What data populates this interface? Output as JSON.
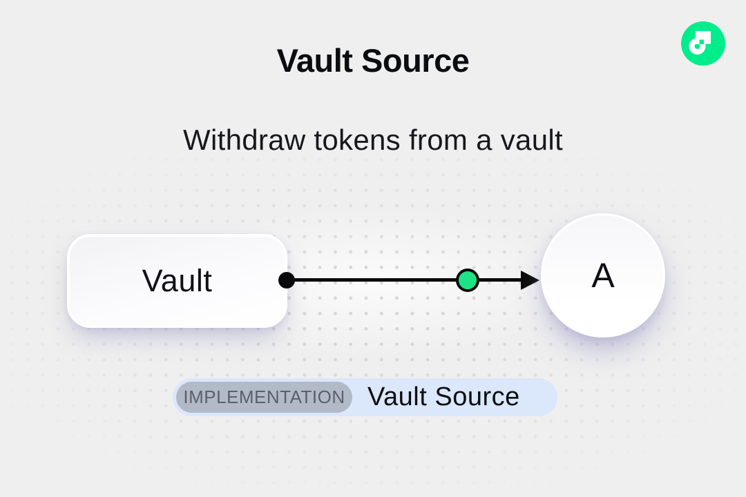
{
  "header": {
    "title": "Vault Source",
    "subtitle": "Withdraw tokens from a vault",
    "logo": "flow-logo"
  },
  "diagram": {
    "source_node": {
      "label": "Vault",
      "shape": "rounded-rect"
    },
    "target_node": {
      "label": "A",
      "shape": "circle"
    },
    "connector": {
      "direction": "right",
      "midpoint_marker": "green-circle"
    }
  },
  "badge": {
    "tag_label": "IMPLEMENTATION",
    "name_label": "Vault Source"
  },
  "colors": {
    "background": "#EFEFEF",
    "dot_grid": "#D4D4D8",
    "flow_green": "#00ED8B",
    "connector_green": "#1DE386",
    "connector_black": "#0A0A0C",
    "badge_background": "#DBE7FA",
    "badge_tag_background": "#B2BAC8",
    "badge_tag_text": "#59616D",
    "text": "#0C0D10"
  }
}
